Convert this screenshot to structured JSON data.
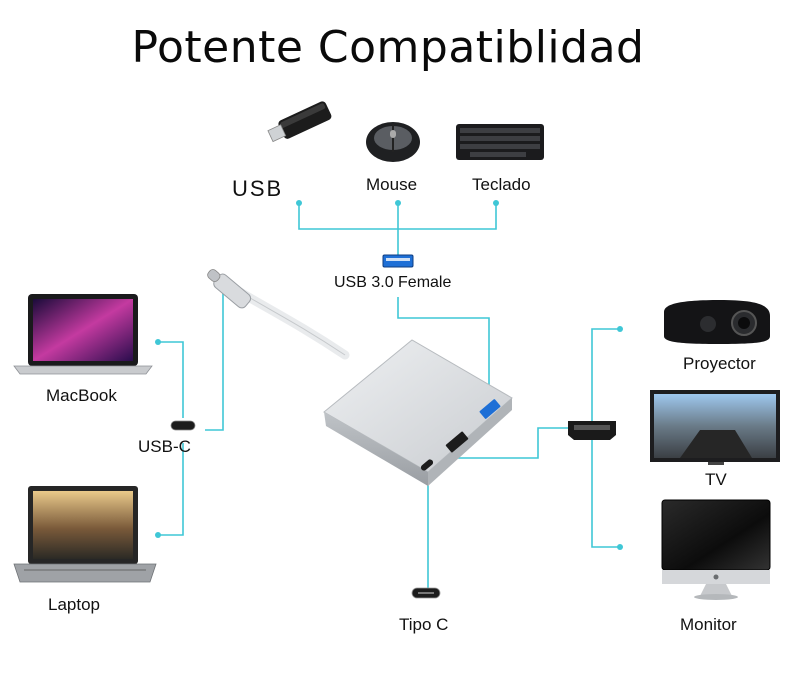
{
  "title": "Potente Compatiblidad",
  "labels": {
    "usb": "USB",
    "mouse": "Mouse",
    "keyboard": "Teclado",
    "usb3": "USB 3.0 Female",
    "macbook": "MacBook",
    "usbc": "USB-C",
    "laptop": "Laptop",
    "tipoc": "Tipo C",
    "projector": "Proyector",
    "tv": "TV",
    "monitor": "Monitor"
  },
  "colors": {
    "connector_line": "#3fc7d6",
    "hub_body": "#d9dbdd",
    "accent_usb": "#1e6fd6"
  }
}
